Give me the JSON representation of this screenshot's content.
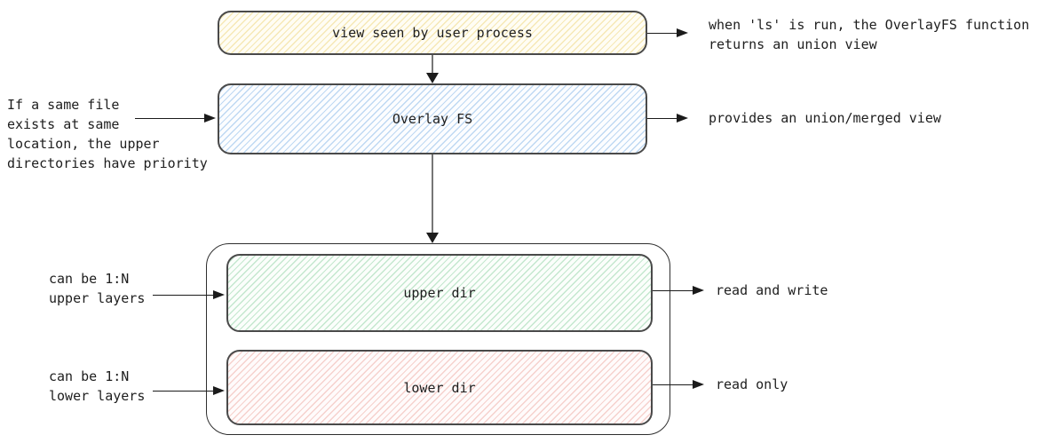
{
  "colors": {
    "user_view_hatch": "#eed682",
    "overlay_fs_hatch": "#82b4e6",
    "upper_dir_hatch": "#78c891",
    "lower_dir_hatch": "#e68c82",
    "border": "#4a4a4a",
    "arrow": "#1b1b1b",
    "text": "#1e1e1e"
  },
  "nodes": {
    "user_view": "view seen by user process",
    "overlay_fs": "Overlay FS",
    "upper_dir": "upper dir",
    "lower_dir": "lower dir"
  },
  "annotations": {
    "user_view_right": "when 'ls' is run, the OverlayFS function\nreturns an union view",
    "overlay_left": "If a same file\nexists at same\nlocation, the upper\ndirectories have priority",
    "overlay_right": "provides an union/merged view",
    "upper_left": "can be 1:N\nupper layers",
    "upper_right": "read and write",
    "lower_left": "can be 1:N\nlower layers",
    "lower_right": "read only"
  }
}
